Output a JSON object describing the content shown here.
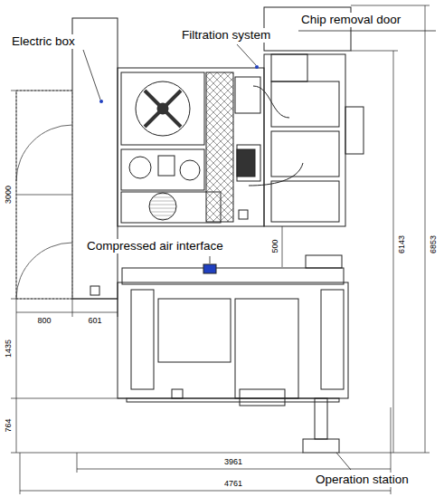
{
  "diagram": {
    "labels": [
      "Chip removal door",
      "Electric box",
      "Filtration system",
      "Compressed air interface",
      "Operation station",
      "3000",
      "800",
      "601",
      "1435",
      "764",
      "3961",
      "4761",
      "6143",
      "6853",
      "500"
    ]
  }
}
